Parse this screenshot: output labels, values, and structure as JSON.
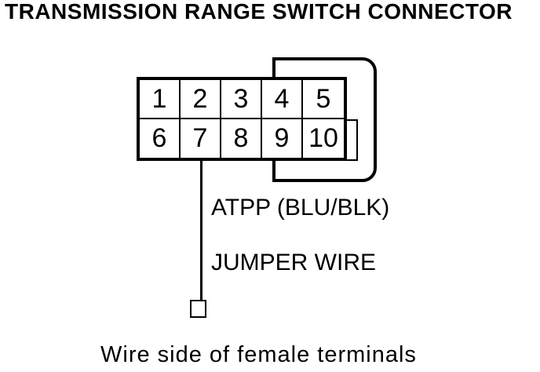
{
  "title": "TRANSMISSION RANGE SWITCH CONNECTOR",
  "connector": {
    "rows": 2,
    "columns": 5,
    "pins": [
      "1",
      "2",
      "3",
      "4",
      "5",
      "6",
      "7",
      "8",
      "9",
      "10"
    ],
    "jumper_wire_pin": "7"
  },
  "labels": {
    "wire_color": "ATPP (BLU/BLK)",
    "jumper": "JUMPER WIRE",
    "caption": "Wire side of female terminals"
  },
  "colors": {
    "line": "#000000",
    "background": "#ffffff",
    "text": "#000000"
  }
}
